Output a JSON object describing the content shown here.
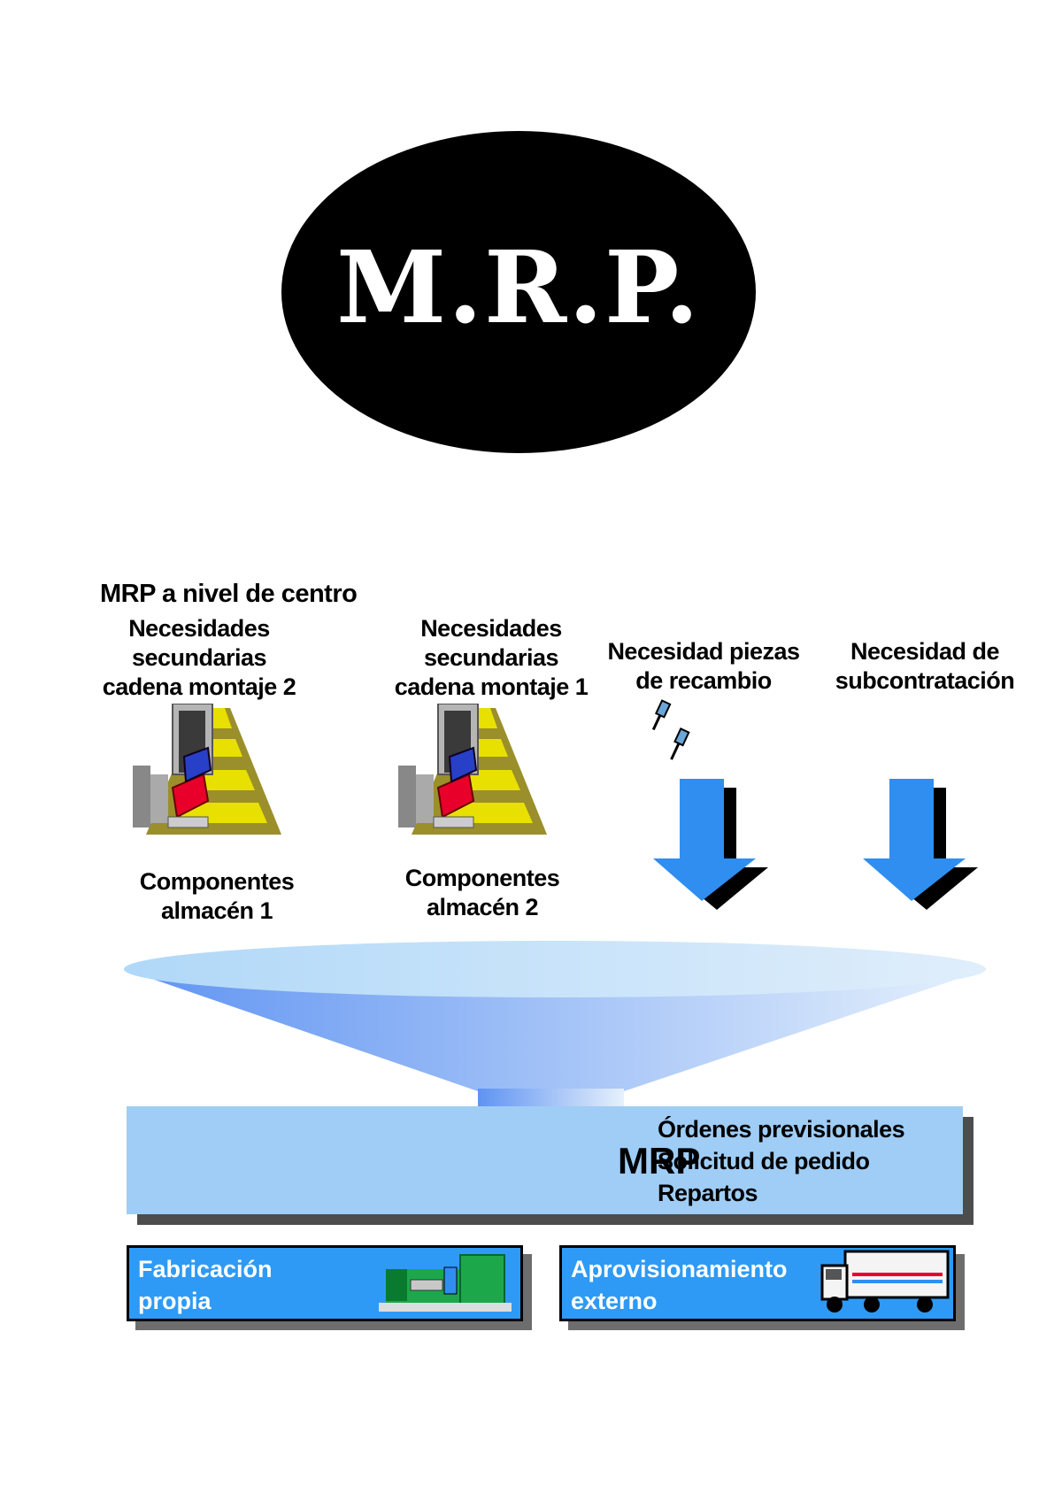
{
  "logo": {
    "text": "M.R.P."
  },
  "header": {
    "title": "MRP a nivel de centro"
  },
  "sources": [
    {
      "lines": [
        "Necesidades",
        "secundarias",
        "cadena montaje 2"
      ],
      "warehouse": [
        "Componentes",
        "almacén 1"
      ]
    },
    {
      "lines": [
        "Necesidades",
        "secundarias",
        "cadena montaje 1"
      ],
      "warehouse": [
        "Componentes",
        "almacén 2"
      ]
    },
    {
      "lines": [
        "Necesidad piezas",
        "de recambio"
      ]
    },
    {
      "lines": [
        "Necesidad de",
        "subcontratación"
      ]
    }
  ],
  "mrp": {
    "title": "MRP",
    "outputs": [
      "Órdenes previsionales",
      "Solicitud de pedido",
      "Repartos"
    ]
  },
  "procurement": [
    {
      "lines": [
        "Fabricación",
        "propia"
      ],
      "icon": "factory-machine-icon"
    },
    {
      "lines": [
        "Aprovisionamiento",
        "externo"
      ],
      "icon": "delivery-truck-icon"
    }
  ],
  "colors": {
    "arrow": "#2f8ef0",
    "funnel_light": "#dcecfc",
    "funnel_dark": "#6f9ff2",
    "mrp_box": "#9fcdf6",
    "procurement_box": "#2e9af5"
  }
}
